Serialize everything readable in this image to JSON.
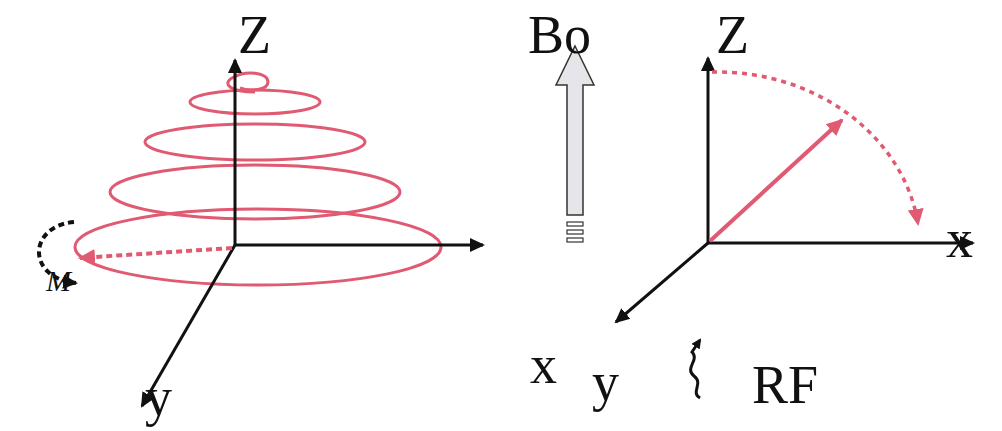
{
  "diagram": {
    "labels": [
      "Z",
      "M",
      "y",
      "Bo",
      "Z",
      "x",
      "x",
      "y",
      "RF"
    ]
  }
}
